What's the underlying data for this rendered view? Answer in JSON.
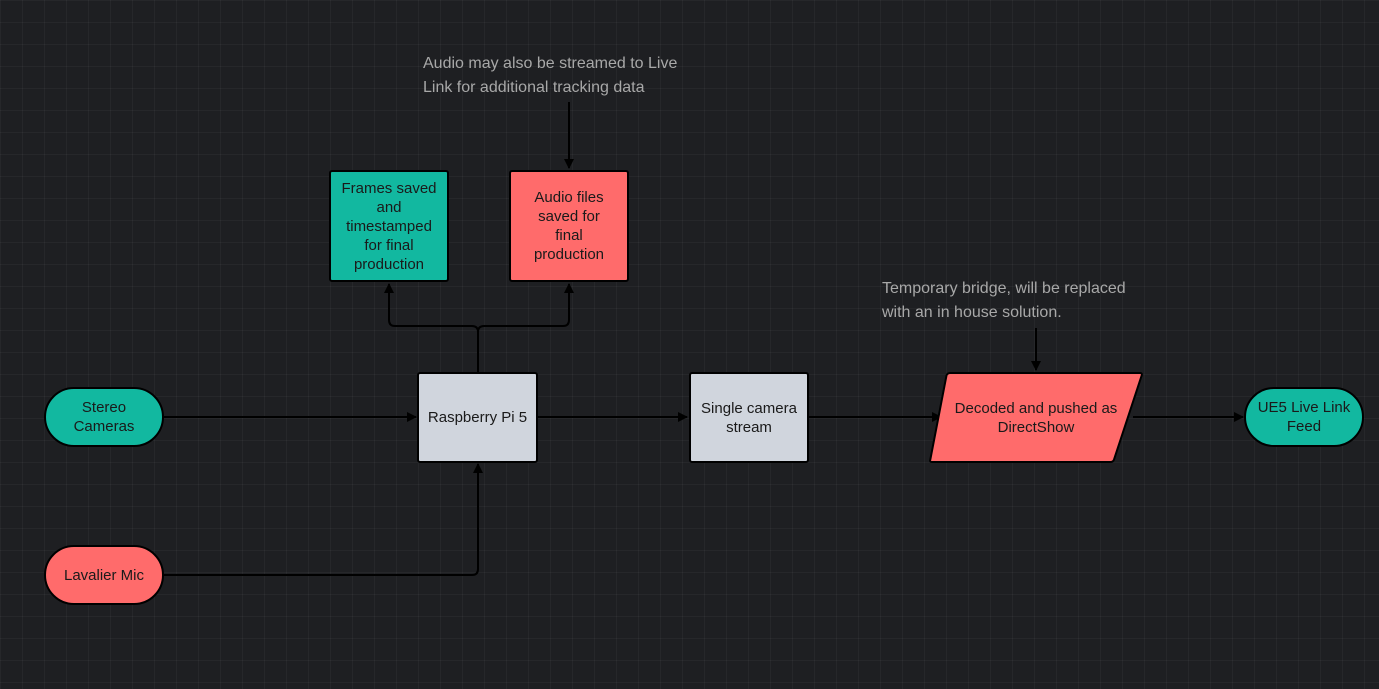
{
  "colors": {
    "background": "#1e1f22",
    "teal": "#12b8a0",
    "coral": "#ff6b6b",
    "grey": "#d0d5dd",
    "note_text": "#a8a8a8",
    "edge": "#000000"
  },
  "nodes": {
    "stereo_cameras": {
      "label": "Stereo Cameras",
      "shape": "terminal",
      "color": "teal"
    },
    "lavalier_mic": {
      "label": "Lavalier Mic",
      "shape": "terminal",
      "color": "coral"
    },
    "raspberry_pi": {
      "label": "Raspberry Pi 5",
      "shape": "process",
      "color": "grey"
    },
    "frames_saved": {
      "label": "Frames saved and timestamped for final production",
      "shape": "process",
      "color": "teal"
    },
    "audio_files": {
      "label": "Audio files saved for final production",
      "shape": "process",
      "color": "coral"
    },
    "single_camera": {
      "label": "Single camera stream",
      "shape": "process",
      "color": "grey"
    },
    "decoded": {
      "label": "Decoded and pushed as DirectShow",
      "shape": "data",
      "color": "coral"
    },
    "ue5_feed": {
      "label": "UE5 Live Link Feed",
      "shape": "terminal",
      "color": "teal"
    }
  },
  "notes": {
    "audio_note_line1": "Audio may also be streamed to Live",
    "audio_note_line2": "Link for additional tracking data",
    "bridge_note_line1": "Temporary bridge, will be replaced",
    "bridge_note_line2": "with an in house solution."
  },
  "edges": [
    {
      "from": "stereo_cameras",
      "to": "raspberry_pi"
    },
    {
      "from": "lavalier_mic",
      "to": "raspberry_pi"
    },
    {
      "from": "raspberry_pi",
      "to": "frames_saved"
    },
    {
      "from": "raspberry_pi",
      "to": "audio_files"
    },
    {
      "from": "raspberry_pi",
      "to": "single_camera"
    },
    {
      "from": "single_camera",
      "to": "decoded"
    },
    {
      "from": "decoded",
      "to": "ue5_feed"
    },
    {
      "from": "audio_note",
      "to": "audio_files"
    },
    {
      "from": "bridge_note",
      "to": "decoded"
    }
  ]
}
